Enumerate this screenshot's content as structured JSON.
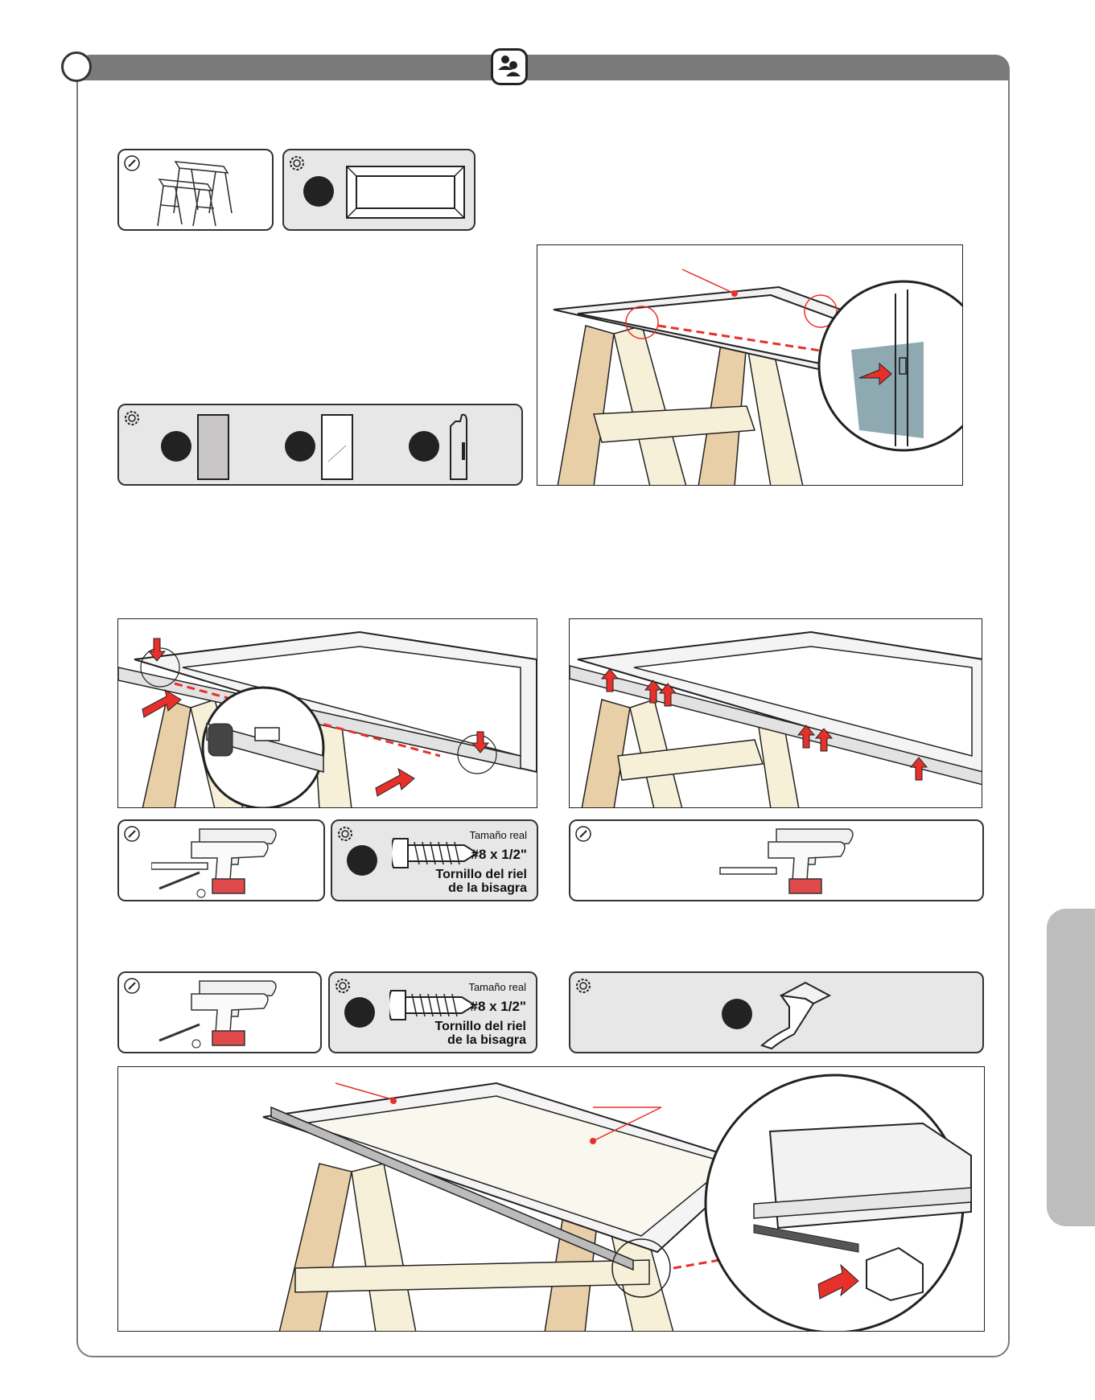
{
  "screw_card_1": {
    "actual_size": "Tamaño real",
    "size": "#8 x 1/2\"",
    "name_line1": "Tornillo del riel",
    "name_line2": "de la bisagra"
  },
  "screw_card_2": {
    "actual_size": "Tamaño real",
    "size": "#8 x 1/2\"",
    "name_line1": "Tornillo del riel",
    "name_line2": "de la bisagra"
  },
  "icons": {
    "tools": "screwdriver-icon",
    "hardware": "gear-icon",
    "team": "two-people-icon"
  },
  "colors": {
    "frame_grey": "#7a7a7a",
    "panel_grey": "#e7e7e7",
    "accent_red": "#e8302a",
    "wood": "#e9cfa7",
    "glass_blue": "#8fa9b1"
  }
}
